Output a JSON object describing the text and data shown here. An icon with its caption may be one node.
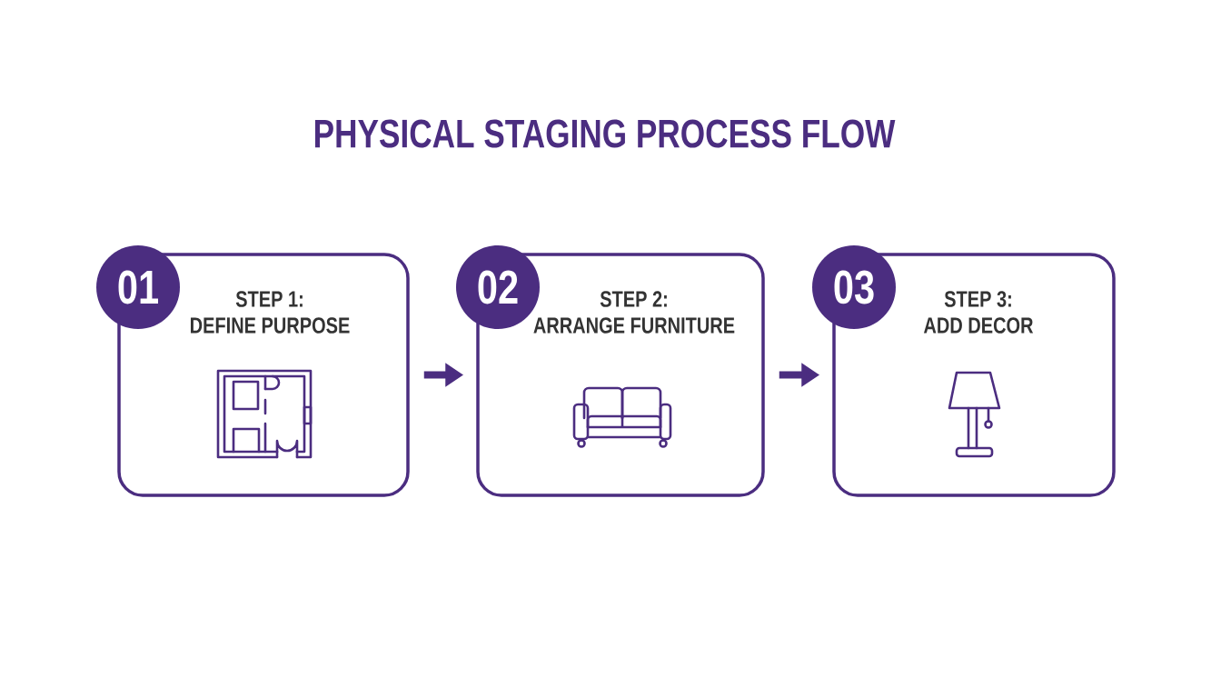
{
  "diagram": {
    "title": "PHYSICAL STAGING PROCESS FLOW",
    "nodes": [
      {
        "text": [
          "01"
        ]
      },
      {
        "text": [
          "STEP 1:",
          "DEFINE PURPOSE"
        ]
      },
      {
        "text": [
          "02"
        ]
      },
      {
        "text": [
          "STEP 2:",
          "ARRANGE FURNITURE"
        ]
      },
      {
        "text": [
          "03"
        ]
      },
      {
        "text": [
          "STEP 3:",
          "ADD DECOR"
        ]
      }
    ],
    "edges": [
      {
        "from": 1,
        "to": 3,
        "arrow": "to"
      },
      {
        "from": 3,
        "to": 5,
        "arrow": "to"
      }
    ]
  }
}
